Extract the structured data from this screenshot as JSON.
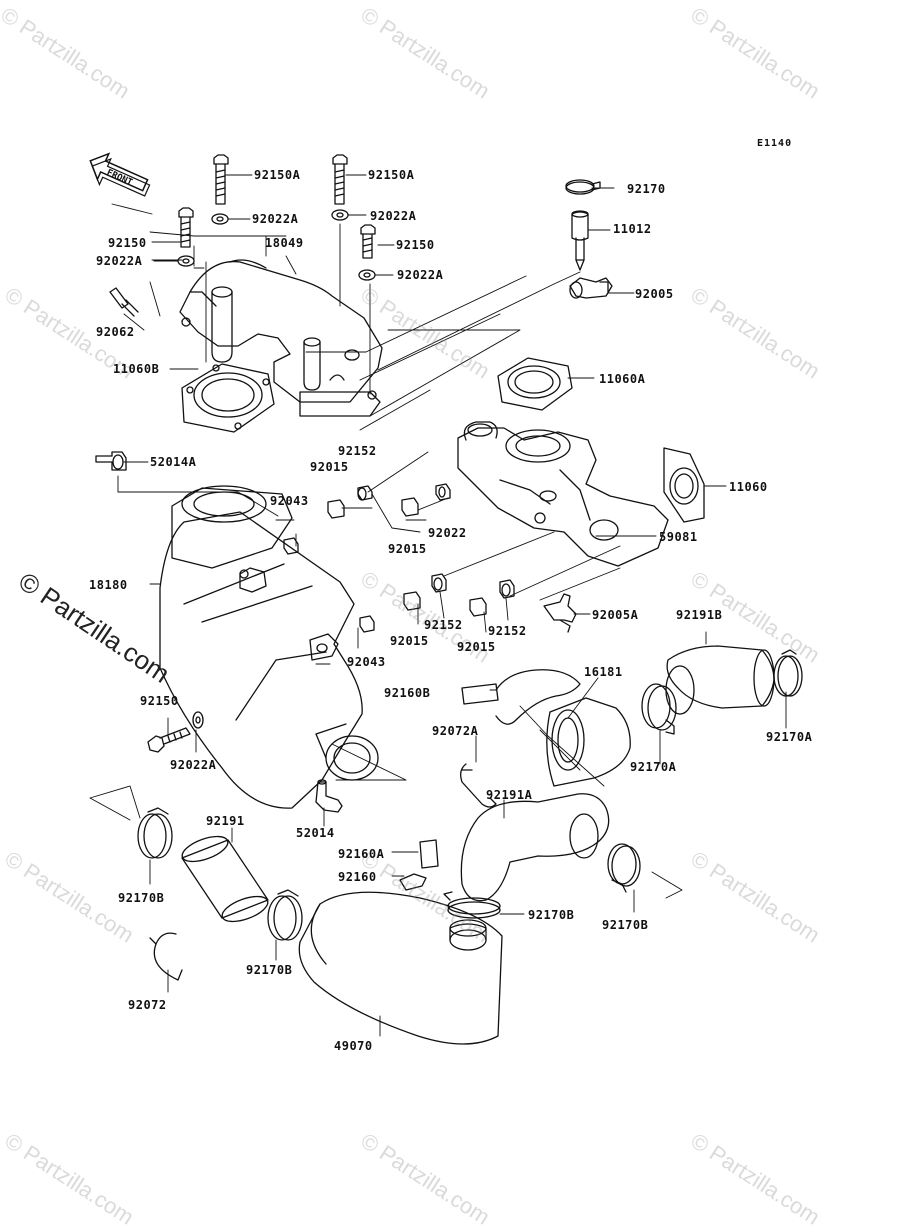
{
  "diagram": {
    "code": "E1140",
    "front_label": "FRONT",
    "watermark": "© Partzilla.com",
    "watermark_faint": "© Partzilla.com",
    "labels": {
      "p92150A_a": "92150A",
      "p92150A_b": "92150A",
      "p92022A_a": "92022A",
      "p92022A_b": "92022A",
      "p92150_a": "92150",
      "p92150_b": "92150",
      "p18049": "18049",
      "p92022A_c": "92022A",
      "p92022A_d": "92022A",
      "p92062": "92062",
      "p92170": "92170",
      "p11012": "11012",
      "p92005": "92005",
      "p11060B": "11060B",
      "p11060A": "11060A",
      "p92152_a": "92152",
      "p92015_a": "92015",
      "p52014A": "52014A",
      "p11060": "11060",
      "p92043_a": "92043",
      "p92022": "92022",
      "p92015_b": "92015",
      "p59081": "59081",
      "p18180": "18180",
      "p92015_c": "92015",
      "p92152_b": "92152",
      "p92152_c": "92152",
      "p92015_d": "92015",
      "p92005A": "92005A",
      "p92191B": "92191B",
      "p92043_b": "92043",
      "p16181": "16181",
      "p92160B": "92160B",
      "p92150_c": "92150",
      "p92170A_a": "92170A",
      "p92170A_b": "92170A",
      "p92072A": "92072A",
      "p92022A_e": "92022A",
      "p92191A": "92191A",
      "p52014": "52014",
      "p92191": "92191",
      "p92160A": "92160A",
      "p92160": "92160",
      "p92170B_a": "92170B",
      "p92170B_b": "92170B",
      "p92170B_c": "92170B",
      "p92170B_d": "92170B",
      "p92072": "92072",
      "p49070": "49070"
    }
  }
}
